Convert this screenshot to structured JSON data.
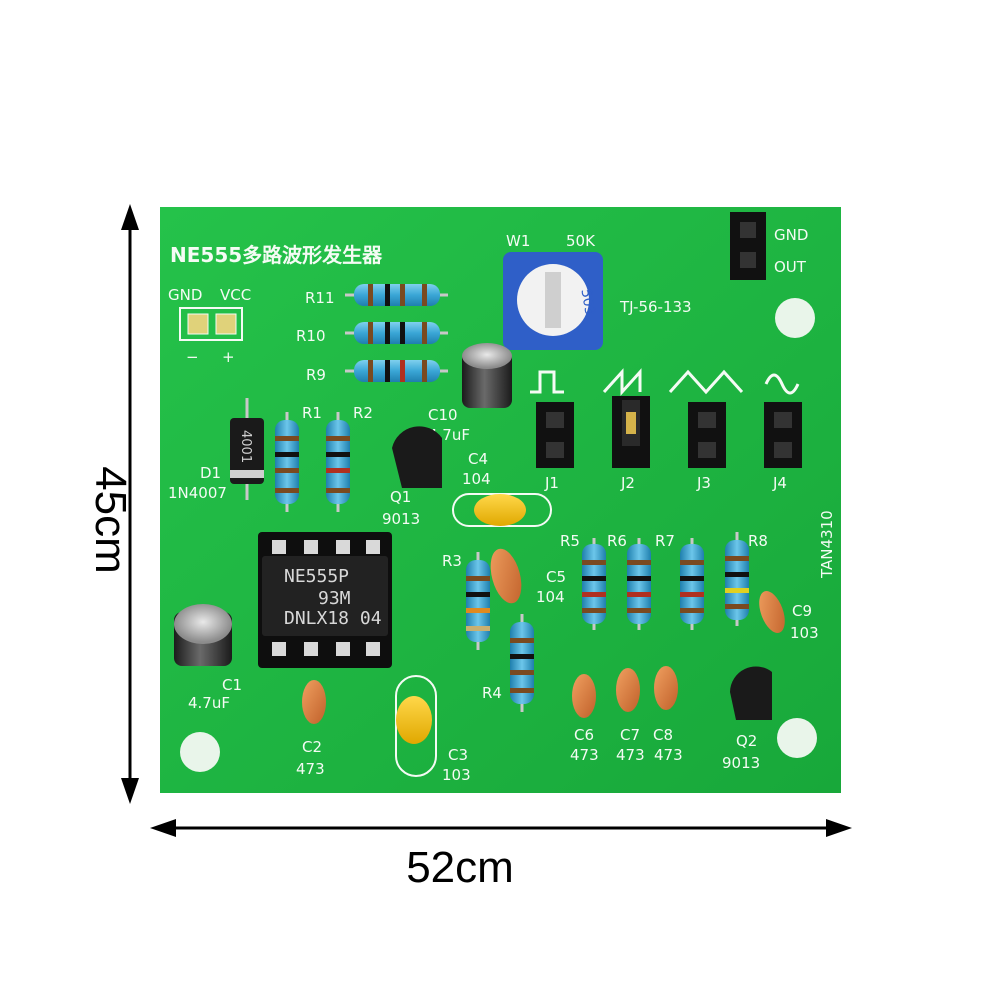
{
  "board": {
    "title": "NE555多路波形发生器",
    "model": "TJ-56-133",
    "side_code": "TAN4310"
  },
  "dimensions": {
    "height": "45cm",
    "width": "52cm"
  },
  "power": {
    "gnd": "GND",
    "vcc": "VCC",
    "minus": "−",
    "plus": "+"
  },
  "output": {
    "gnd": "GND",
    "out": "OUT"
  },
  "pot": {
    "ref": "W1",
    "value": "50K",
    "code": "503"
  },
  "ic": {
    "line1": "NE555P",
    "line2": "93M",
    "line3": "DNLX18 04"
  },
  "labels": {
    "r11": "R11",
    "r10": "R10",
    "r9": "R9",
    "r1": "R1",
    "r2": "R2",
    "r3": "R3",
    "r4": "R4",
    "r5": "R5",
    "r6": "R6",
    "r7": "R7",
    "r8": "R8",
    "d1": "D1",
    "d1_val": "1N4007",
    "d1_body": "4001",
    "c10": "C10",
    "c10_val": "4.7uF",
    "c4": "C4",
    "c4_val": "104",
    "c5": "C5",
    "c5_val": "104",
    "q1": "Q1",
    "q1_val": "9013",
    "q2": "Q2",
    "q2_val": "9013",
    "c1": "C1",
    "c1_val": "4.7uF",
    "c2": "C2",
    "c2_val": "473",
    "c3": "C3",
    "c3_val": "103",
    "c6": "C6",
    "c6_val": "473",
    "c7": "C7",
    "c7_val": "473",
    "c8": "C8",
    "c8_val": "473",
    "c9": "C9",
    "c9_val": "103",
    "j1": "J1",
    "j2": "J2",
    "j3": "J3",
    "j4": "J4"
  }
}
